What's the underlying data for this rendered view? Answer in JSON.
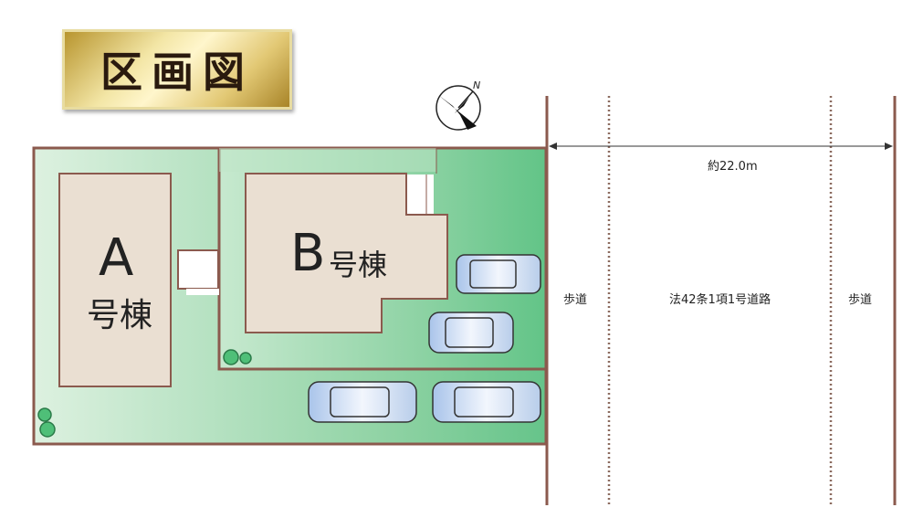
{
  "title": "区画図",
  "buildings": {
    "a": {
      "letter": "A",
      "suffix": "号棟"
    },
    "b": {
      "letter": "B",
      "suffix": "号棟"
    }
  },
  "compass": {
    "label": "N"
  },
  "road": {
    "width_label": "約22.0m",
    "sidewalk_left": "歩道",
    "road_name": "法42条1項1号道路",
    "sidewalk_right": "歩道"
  },
  "colors": {
    "lot_green": "#7fcf9a",
    "boundary": "#8b5a4e",
    "building": "#eadfd2"
  }
}
